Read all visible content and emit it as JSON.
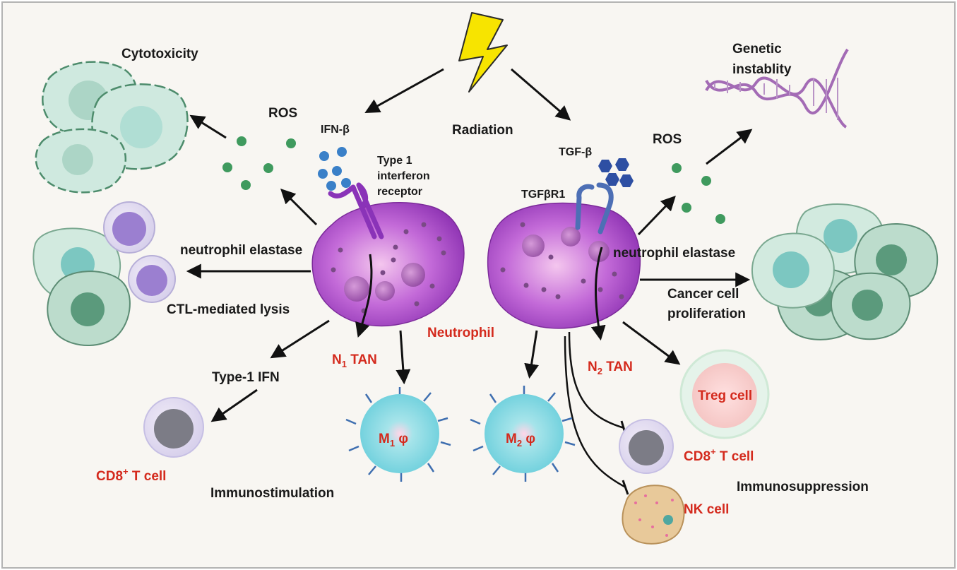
{
  "center": {
    "stimulus": "Radiation",
    "cell": "Neutrophil"
  },
  "n1_side": {
    "ifn": "IFN-β",
    "receptor_line1": "Type 1",
    "receptor_line2": "interferon",
    "receptor_line3": "receptor",
    "ros": "ROS",
    "cytotoxicity": "Cytotoxicity",
    "elastase": "neutrophil elastase",
    "ctl": "CTL-mediated lysis",
    "type1_ifn": "Type-1 IFN",
    "tan_prefix": "N",
    "tan_sub": "1",
    "tan_suffix": " TAN",
    "macrophage_prefix": "M",
    "macrophage_sub": "1",
    "macrophage_suffix": " φ",
    "cd8_prefix": "CD8",
    "cd8_sup": "+",
    "cd8_suffix": " T cell",
    "outcome": "Immunostimulation"
  },
  "n2_side": {
    "tgf": "TGF-β",
    "receptor": "TGFβR1",
    "ros": "ROS",
    "genetic_line1": "Genetic",
    "genetic_line2": "instablity",
    "elastase": "neutrophil elastase",
    "proliferation_line1": "Cancer cell",
    "proliferation_line2": "proliferation",
    "tan_prefix": "N",
    "tan_sub": "2",
    "tan_suffix": " TAN",
    "macrophage_prefix": "M",
    "macrophage_sub": "2",
    "macrophage_suffix": " φ",
    "treg": "Treg cell",
    "cd8_prefix": "CD8",
    "cd8_sup": "+",
    "cd8_suffix": " T cell",
    "nk": "NK cell",
    "outcome": "Immunosuppression"
  },
  "colors": {
    "label_red": "#d42a1d",
    "neutrophil": "#a24cc4",
    "tumor_cell": "#cfe9df",
    "macrophage": "#7fd6e0",
    "ros_dot": "#3f9a5e",
    "ifn_dot": "#3a80c8",
    "tgf_hex": "#2e4fa3",
    "dna": "#a36bb5",
    "lightning": "#f7e400"
  }
}
